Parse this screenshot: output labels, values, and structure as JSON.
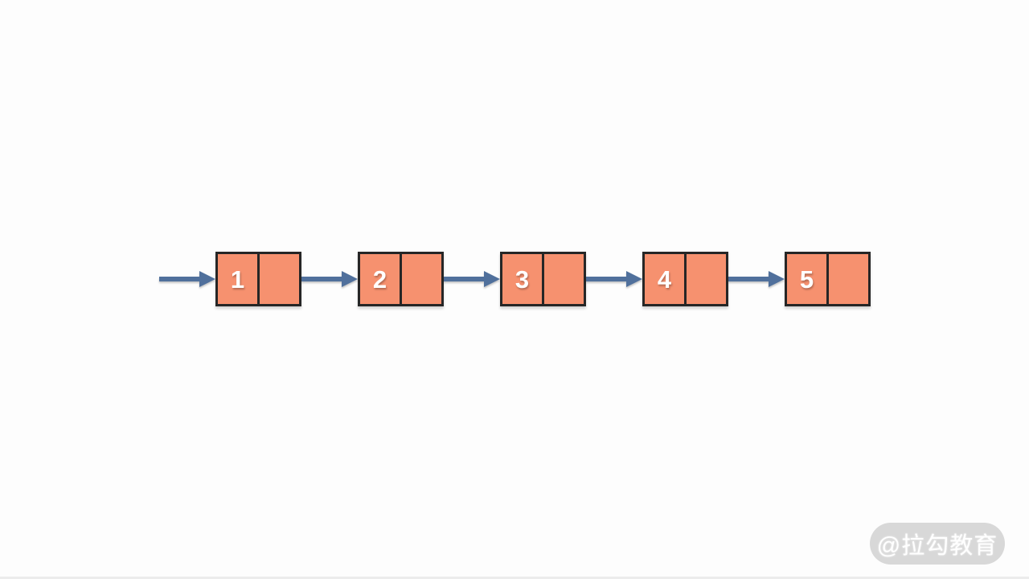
{
  "page_bg": "#fdfdfd",
  "diagram": {
    "type": "linked-list",
    "node_values": [
      "1",
      "2",
      "3",
      "4",
      "5"
    ],
    "node_fill": "#f6916f",
    "node_border": "#262626",
    "arrow_color": "#50709c",
    "has_head_arrow": true
  },
  "watermark": {
    "label": "@拉勾教育",
    "bg": "#d8d8d8",
    "text_color": "#ffffff"
  }
}
